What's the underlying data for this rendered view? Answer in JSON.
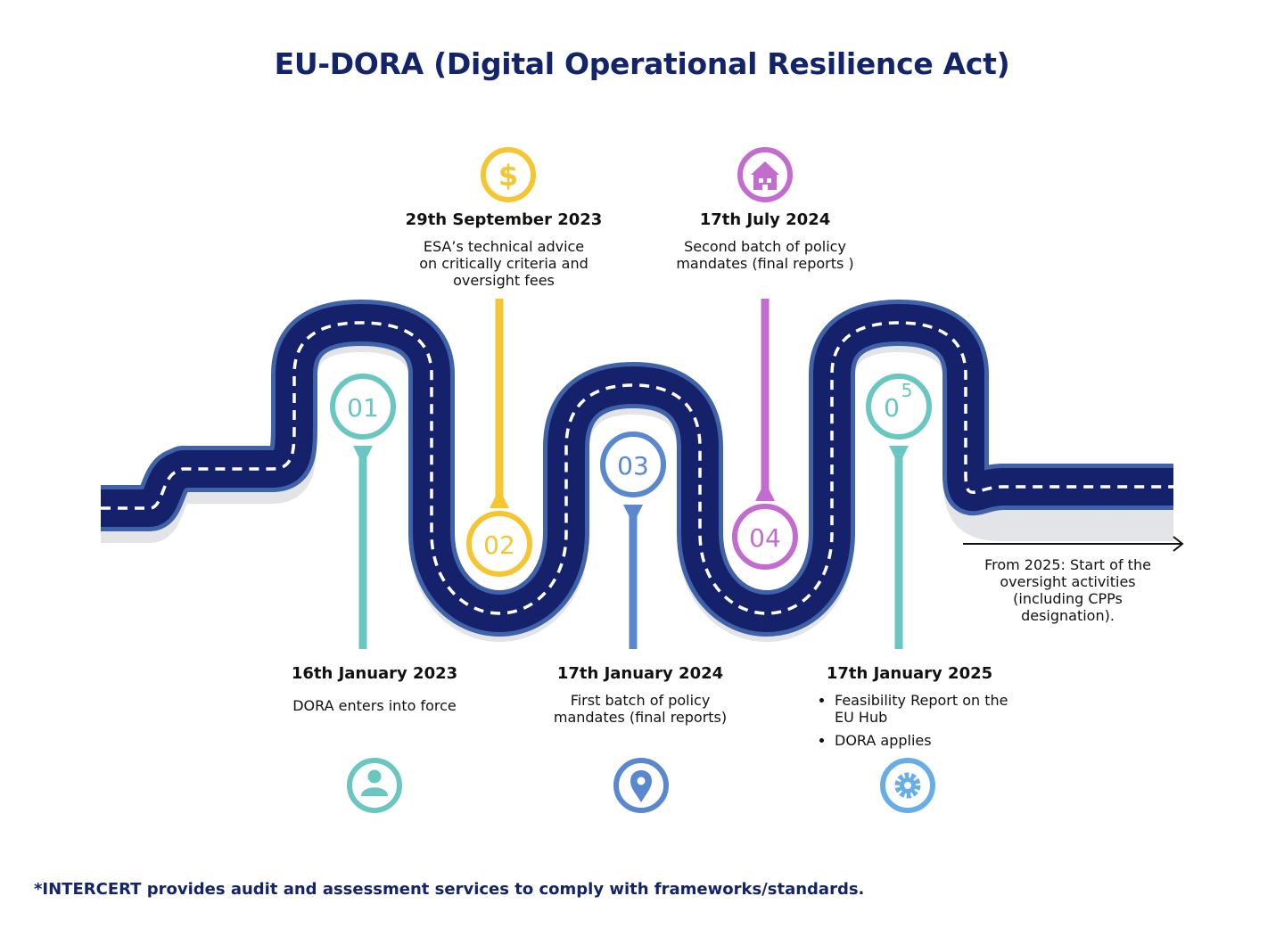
{
  "title": "EU-DORA (Digital Operational Resilience Act)",
  "colors": {
    "title": "#14246b",
    "road": "#15226b",
    "road_edge": "#3f62a8",
    "road_shadow": "#e3e4e8",
    "teal": "#6ac6c0",
    "yellow": "#f6c632",
    "blue": "#5a88cf",
    "purple": "#c36ccf",
    "light_blue": "#67aee9"
  },
  "milestones": [
    {
      "number": "01",
      "date": "16th January 2023",
      "description": "DORA enters into force",
      "icon": "user-icon"
    },
    {
      "number": "02",
      "date": "29th September 2023",
      "description_lines": [
        "ESA’s technical advice",
        "on critically criteria and",
        "oversight fees"
      ],
      "icon": "dollar-icon"
    },
    {
      "number": "03",
      "date": "17th January 2024",
      "description_lines": [
        "First batch of policy",
        "mandates (final reports)"
      ],
      "icon": "location-pin-icon"
    },
    {
      "number": "04",
      "date": "17th July 2024",
      "description_lines": [
        "Second batch of policy",
        "mandates (final reports )"
      ],
      "icon": "house-icon"
    },
    {
      "number": "0",
      "number_sup": "5",
      "date": "17th January 2025",
      "bullets": [
        "Feasibility Report on the EU Hub",
        "DORA applies"
      ],
      "icon": "gear-icon"
    }
  ],
  "note_lines": [
    "From 2025: Start of the",
    "oversight activities",
    "(including CPPs",
    "designation)."
  ],
  "footer": "*INTERCERT provides audit and assessment services to comply with frameworks/standards."
}
